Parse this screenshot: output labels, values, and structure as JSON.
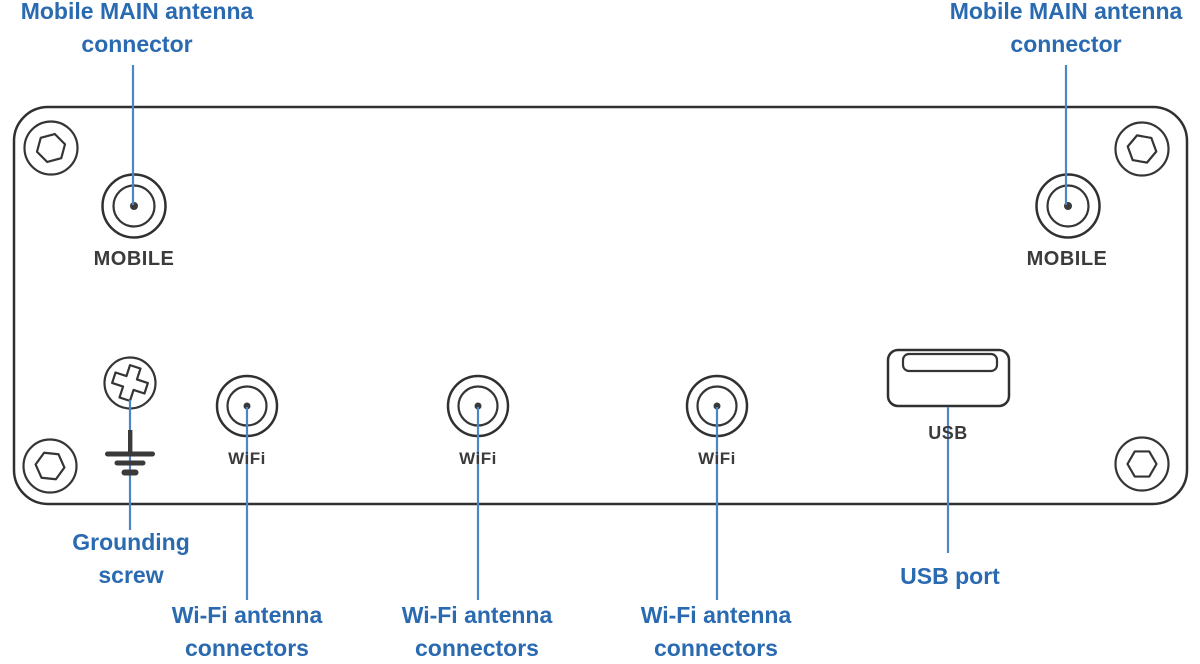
{
  "diagram": {
    "title": "Router back panel connector diagram",
    "colors": {
      "callout_text": "#2a6ab0",
      "leader_line": "#4d86c2",
      "panel_outline": "#303030",
      "device_label_text": "#3b3b3b",
      "background": "#ffffff"
    },
    "icons": {
      "hex_screw": "circle-with-hexagon",
      "mobile_connector": "sma-concentric-circles",
      "wifi_connector": "rp-sma-concentric-circles",
      "grounding_screw": "circle-with-phillips-cross",
      "ground_symbol": "earth-ground-bars",
      "usb_port": "usb-a-outline"
    },
    "callouts": {
      "mobile_main_top_left": {
        "line1": "Mobile MAIN antenna",
        "line2": "connector"
      },
      "mobile_main_top_right": {
        "line1": "Mobile MAIN antenna",
        "line2": "connector"
      },
      "grounding_screw": {
        "line1": "Grounding",
        "line2": "screw"
      },
      "wifi_antenna_1": {
        "line1": "Wi-Fi antenna",
        "line2": "connectors"
      },
      "wifi_antenna_2": {
        "line1": "Wi-Fi antenna",
        "line2": "connectors"
      },
      "wifi_antenna_3": {
        "line1": "Wi-Fi antenna",
        "line2": "connectors"
      },
      "usb_port": {
        "text": "USB port"
      }
    },
    "panel_labels": {
      "mobile_left": "MOBILE",
      "mobile_right": "MOBILE",
      "wifi_1": "WiFi",
      "wifi_2": "WiFi",
      "wifi_3": "WiFi",
      "usb": "USB"
    }
  }
}
